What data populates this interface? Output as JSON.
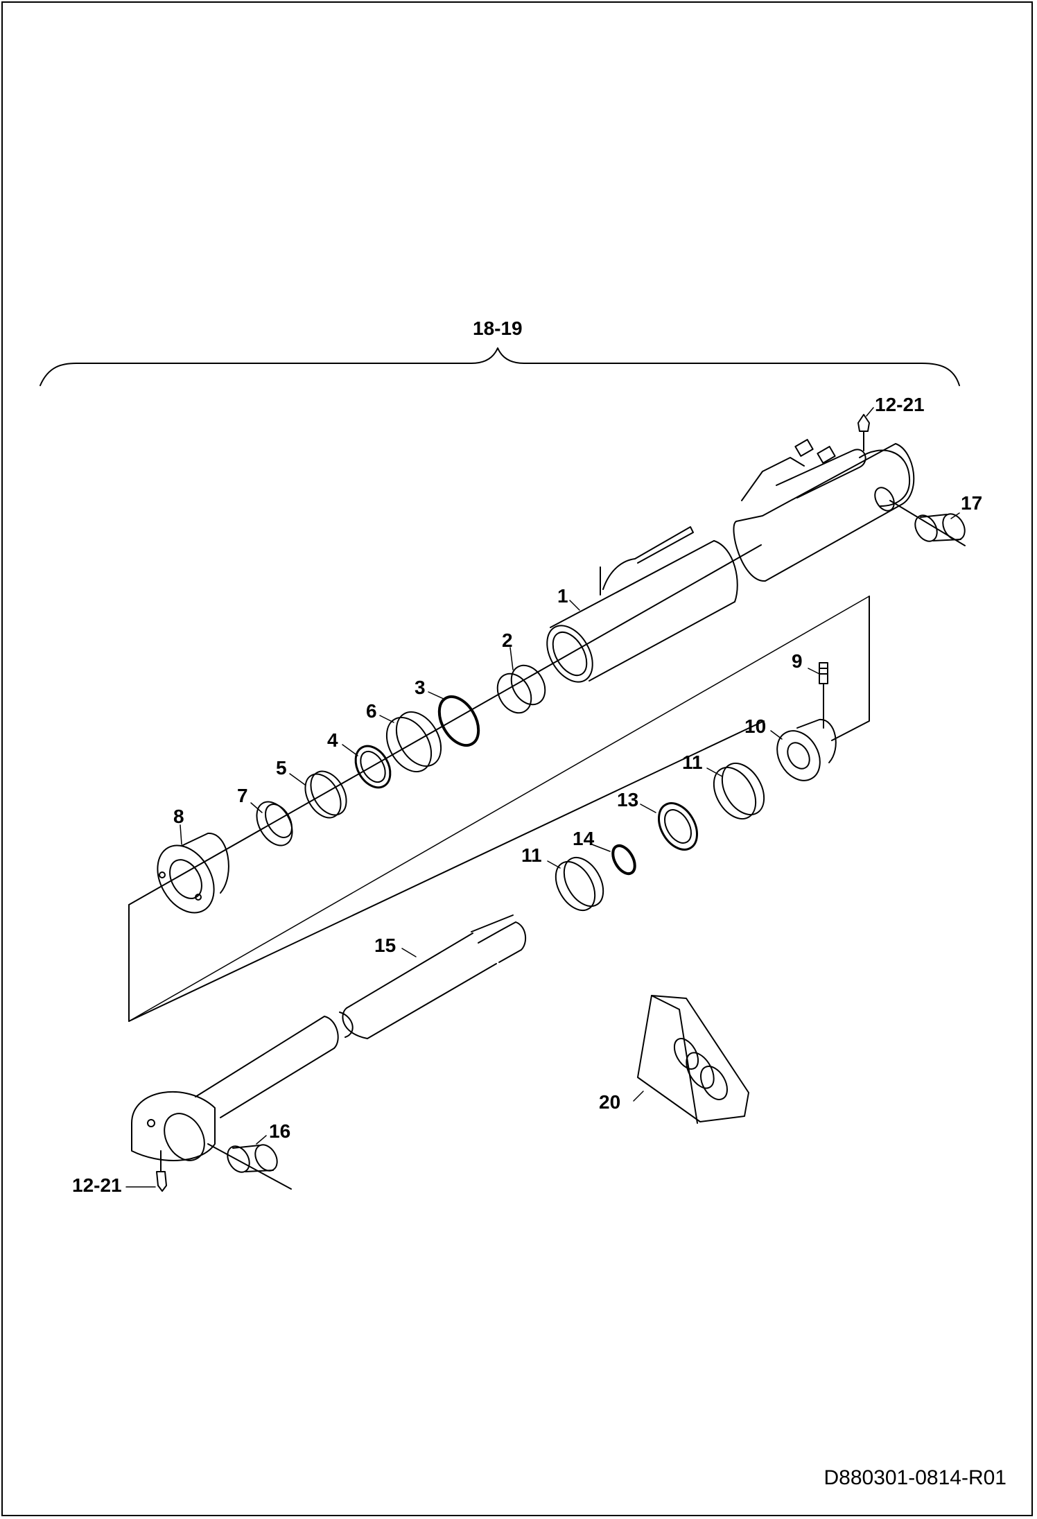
{
  "drawing_id": "D880301-0814-R01",
  "callouts": {
    "assembly": "18-19",
    "grease_fitting_top": "12-21",
    "grease_fitting_bottom": "12-21",
    "cylinder_tube": "1",
    "bushing_2": "2",
    "o_ring_3": "3",
    "seal_4": "4",
    "wiper_5": "5",
    "backup_ring_6": "6",
    "seal_7": "7",
    "rod_gland": "8",
    "set_screw": "9",
    "piston_nut": "10",
    "wear_ring_a": "11",
    "wear_ring_b": "11",
    "piston_seal": "13",
    "o_ring_14": "14",
    "piston_rod": "15",
    "rod_end_bushing": "16",
    "tube_end_bushing": "17",
    "seal_kit": "20"
  },
  "colors": {
    "line": "#000000",
    "background": "#ffffff"
  }
}
